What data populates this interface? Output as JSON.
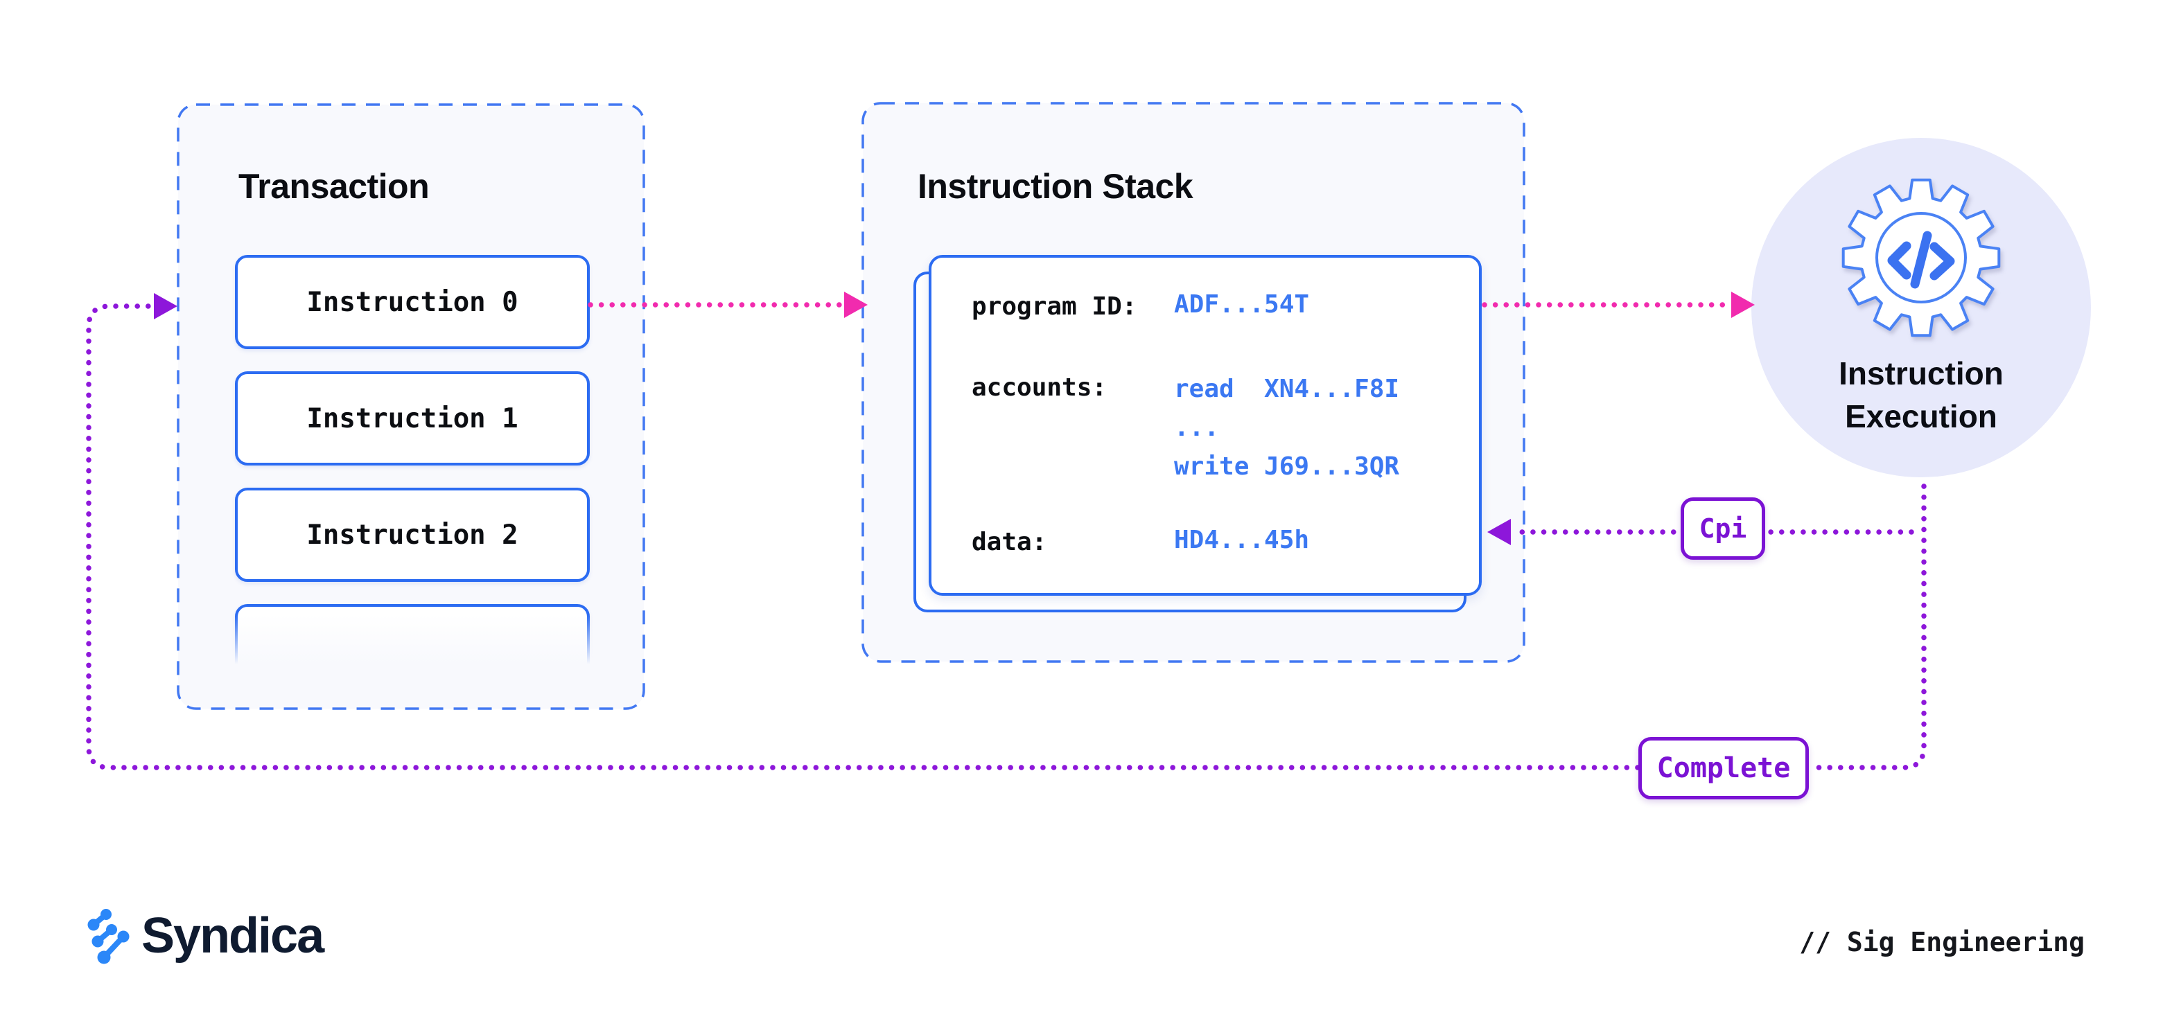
{
  "transaction_panel": {
    "title": "Transaction",
    "instructions": [
      "Instruction 0",
      "Instruction 1",
      "Instruction 2",
      ""
    ]
  },
  "stack_panel": {
    "title": "Instruction Stack",
    "card": {
      "program_label": "program ID:",
      "program_value": "ADF...54T",
      "accounts_label": "accounts:",
      "accounts_value": "read  XN4...F8I\n...\nwrite J69...3QR",
      "data_label": "data:",
      "data_value": "HD4...45h"
    }
  },
  "execution_node": {
    "line1": "Instruction",
    "line2": "Execution",
    "icon": "gear-code-icon"
  },
  "cpi_badge": {
    "label": "Cpi"
  },
  "complete_badge": {
    "label": "Complete"
  },
  "footer": {
    "brand": "Syndica",
    "credit": "// Sig Engineering"
  },
  "colors": {
    "solid_border_blue": "#2c6cf2",
    "dashed_border_blue": "#4278f2",
    "mono_value_blue": "#3b78f2",
    "flow_pink": "#f12bae",
    "flow_purple": "#8d17da",
    "badge_purple": "#7b12d4",
    "panel_background": "#f8f9fd",
    "execution_circle_background": "#e7e9fb"
  }
}
